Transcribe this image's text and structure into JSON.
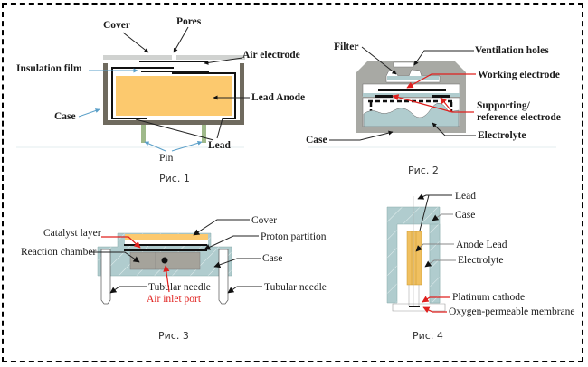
{
  "figures": [
    {
      "caption": "Рис. 1",
      "labels": {
        "cover": "Cover",
        "pores": "Pores",
        "air_electrode": "Air electrode",
        "insulation_film": "Insulation film",
        "lead_anode": "Lead Anode",
        "case": "Case",
        "lead": "Lead",
        "pin": "Pin"
      }
    },
    {
      "caption": "Рис. 2",
      "labels": {
        "filter": "Filter",
        "ventilation_holes": "Ventilation holes",
        "working_electrode": "Working electrode",
        "supporting_line1": "Supporting/",
        "supporting_line2": "reference electrode",
        "case": "Case",
        "electrolyte": "Electrolyte"
      }
    },
    {
      "caption": "Рис. 3",
      "labels": {
        "cover": "Cover",
        "catalyst_layer": "Catalyst layer",
        "proton_partition": "Proton partition",
        "reaction_chamber": "Reaction chamber",
        "case": "Case",
        "tubular_needle_left": "Tubular needle",
        "tubular_needle_right": "Tubular needle",
        "air_inlet_port": "Air inlet port"
      }
    },
    {
      "caption": "Рис. 4",
      "labels": {
        "lead": "Lead",
        "case": "Case",
        "anode_lead": "Anode Lead",
        "electrolyte": "Electrolyte",
        "platinum_cathode": "Platinum cathode",
        "oxygen_membrane": "Oxygen-permeable membrane"
      }
    }
  ],
  "colors": {
    "lead_anode": "#fcc96e",
    "case_dark": "#6f6a5e",
    "pin": "#9fb98a",
    "cover_gray": "#d0d2d0",
    "case_light": "#b0ccce",
    "case2_gray": "#a8a9a4",
    "chamber_gray": "#a5a39b",
    "accent_red": "#e0201e"
  }
}
